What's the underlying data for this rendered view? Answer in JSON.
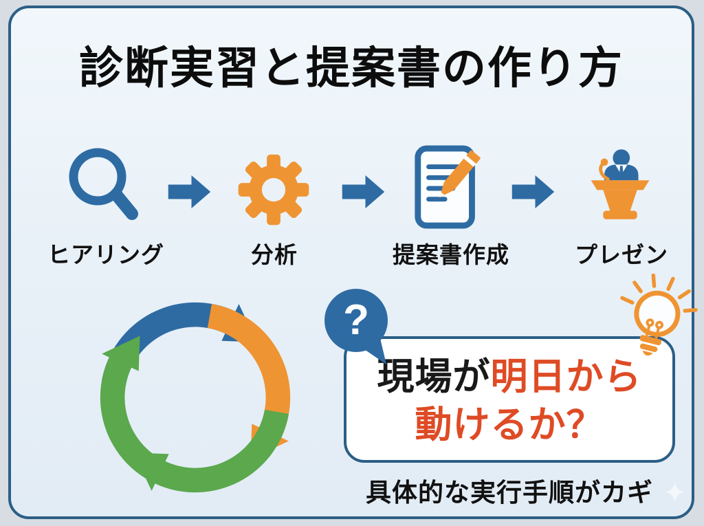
{
  "infographic": {
    "title": "診断実習と提案書の作り方",
    "process_flow": {
      "steps": [
        {
          "label": "ヒアリング",
          "icon": "magnifier-icon"
        },
        {
          "label": "分析",
          "icon": "gear-icon"
        },
        {
          "label": "提案書作成",
          "icon": "document-pencil-icon"
        },
        {
          "label": "プレゼン",
          "icon": "podium-speaker-icon"
        }
      ],
      "connector_icon": "arrow-right-icon"
    },
    "cycle": {
      "type": "four-arrow-cycle",
      "direction": "clockwise",
      "arrow_colors": [
        "#2E6BA3",
        "#EF9433",
        "#5BA84D",
        "#5BA84D"
      ]
    },
    "callout": {
      "question_mark": "?",
      "headline_black": "現場が",
      "headline_red_1": "明日から",
      "headline_red_2": "動けるか？",
      "caption": "具体的な実行手順がカギ"
    },
    "decorations": {
      "sparkle": "✦"
    }
  },
  "colors": {
    "blue": "#2E6BA3",
    "orange": "#EF9433",
    "green": "#5BA84D",
    "red": "#DE4B25",
    "card_border": "#2B5E86",
    "card_background": "#EAF2F8",
    "text_black": "#111111"
  }
}
